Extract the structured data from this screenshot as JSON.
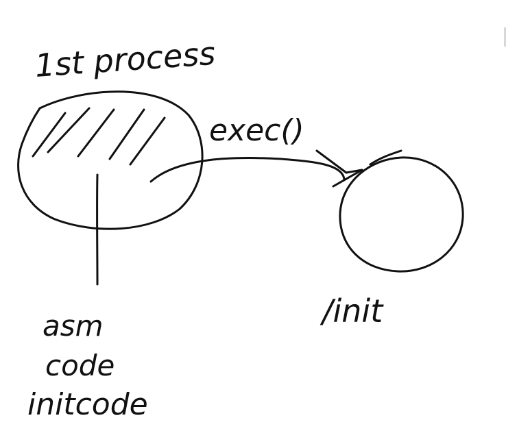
{
  "diagram": {
    "labels": {
      "first_process": "1st process",
      "exec_call": "exec()",
      "asm_line1": "asm",
      "asm_line2": "code",
      "asm_line3": "initcode",
      "init": "/init"
    },
    "colors": {
      "ink": "#111111",
      "background": "#ffffff"
    }
  }
}
